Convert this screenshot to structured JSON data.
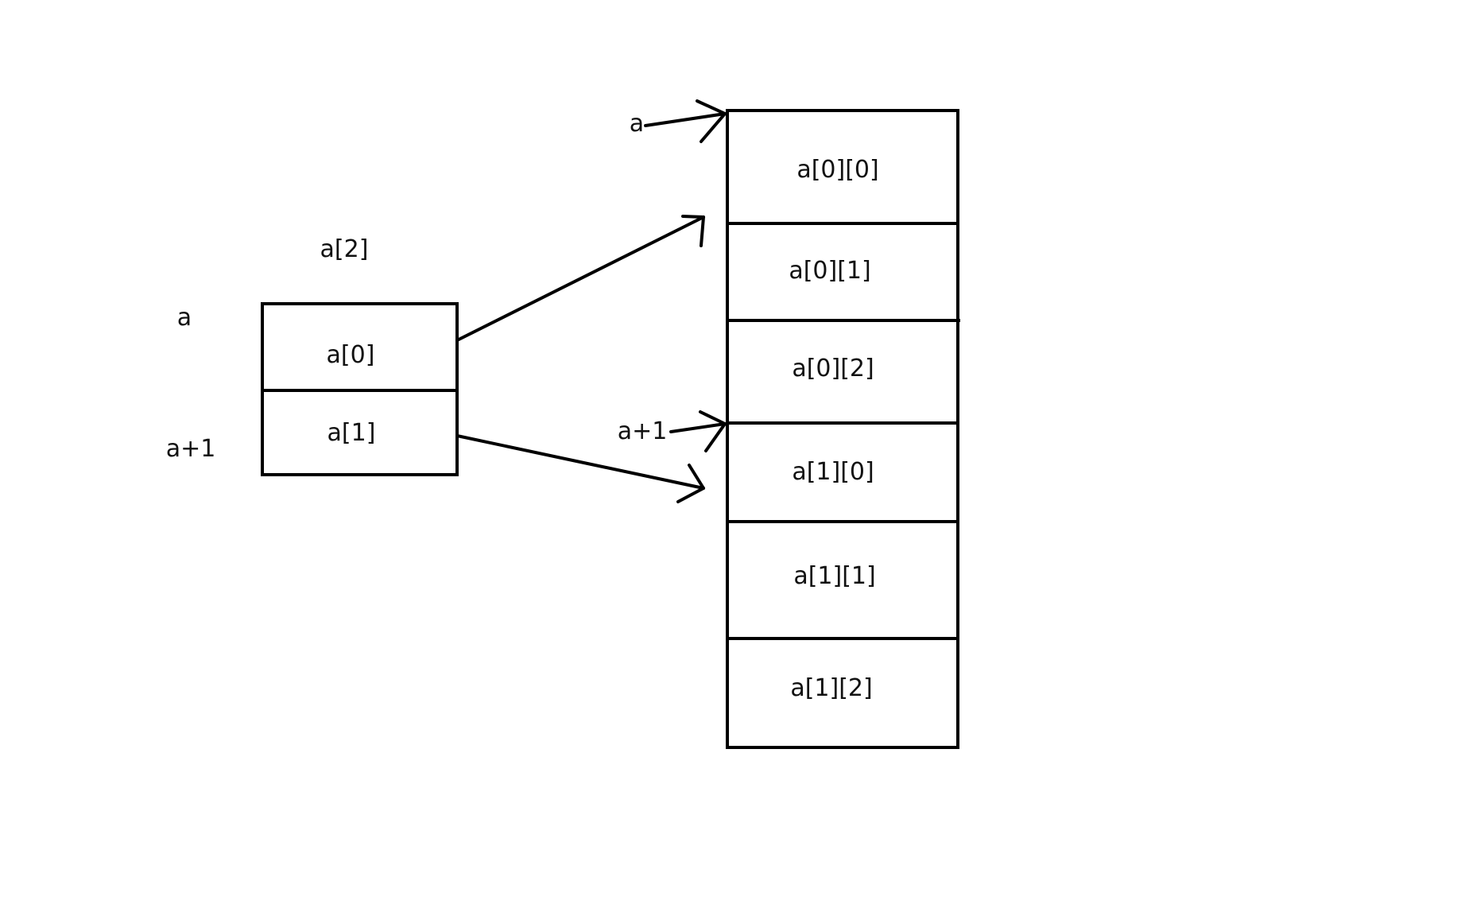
{
  "pointer_array": {
    "name_label": "a[2]",
    "cells": [
      "a[0]",
      "a[1]"
    ],
    "pointer_labels": [
      "a",
      "a+1"
    ]
  },
  "element_array": {
    "cells": [
      "a[0][0]",
      "a[0][1]",
      "a[0][2]",
      "a[1][0]",
      "a[1][1]",
      "a[1][2]"
    ],
    "pointer_labels": [
      "a",
      "a+1"
    ]
  },
  "colors": {
    "stroke": "#000000",
    "text": "#111111",
    "background": "#ffffff"
  }
}
